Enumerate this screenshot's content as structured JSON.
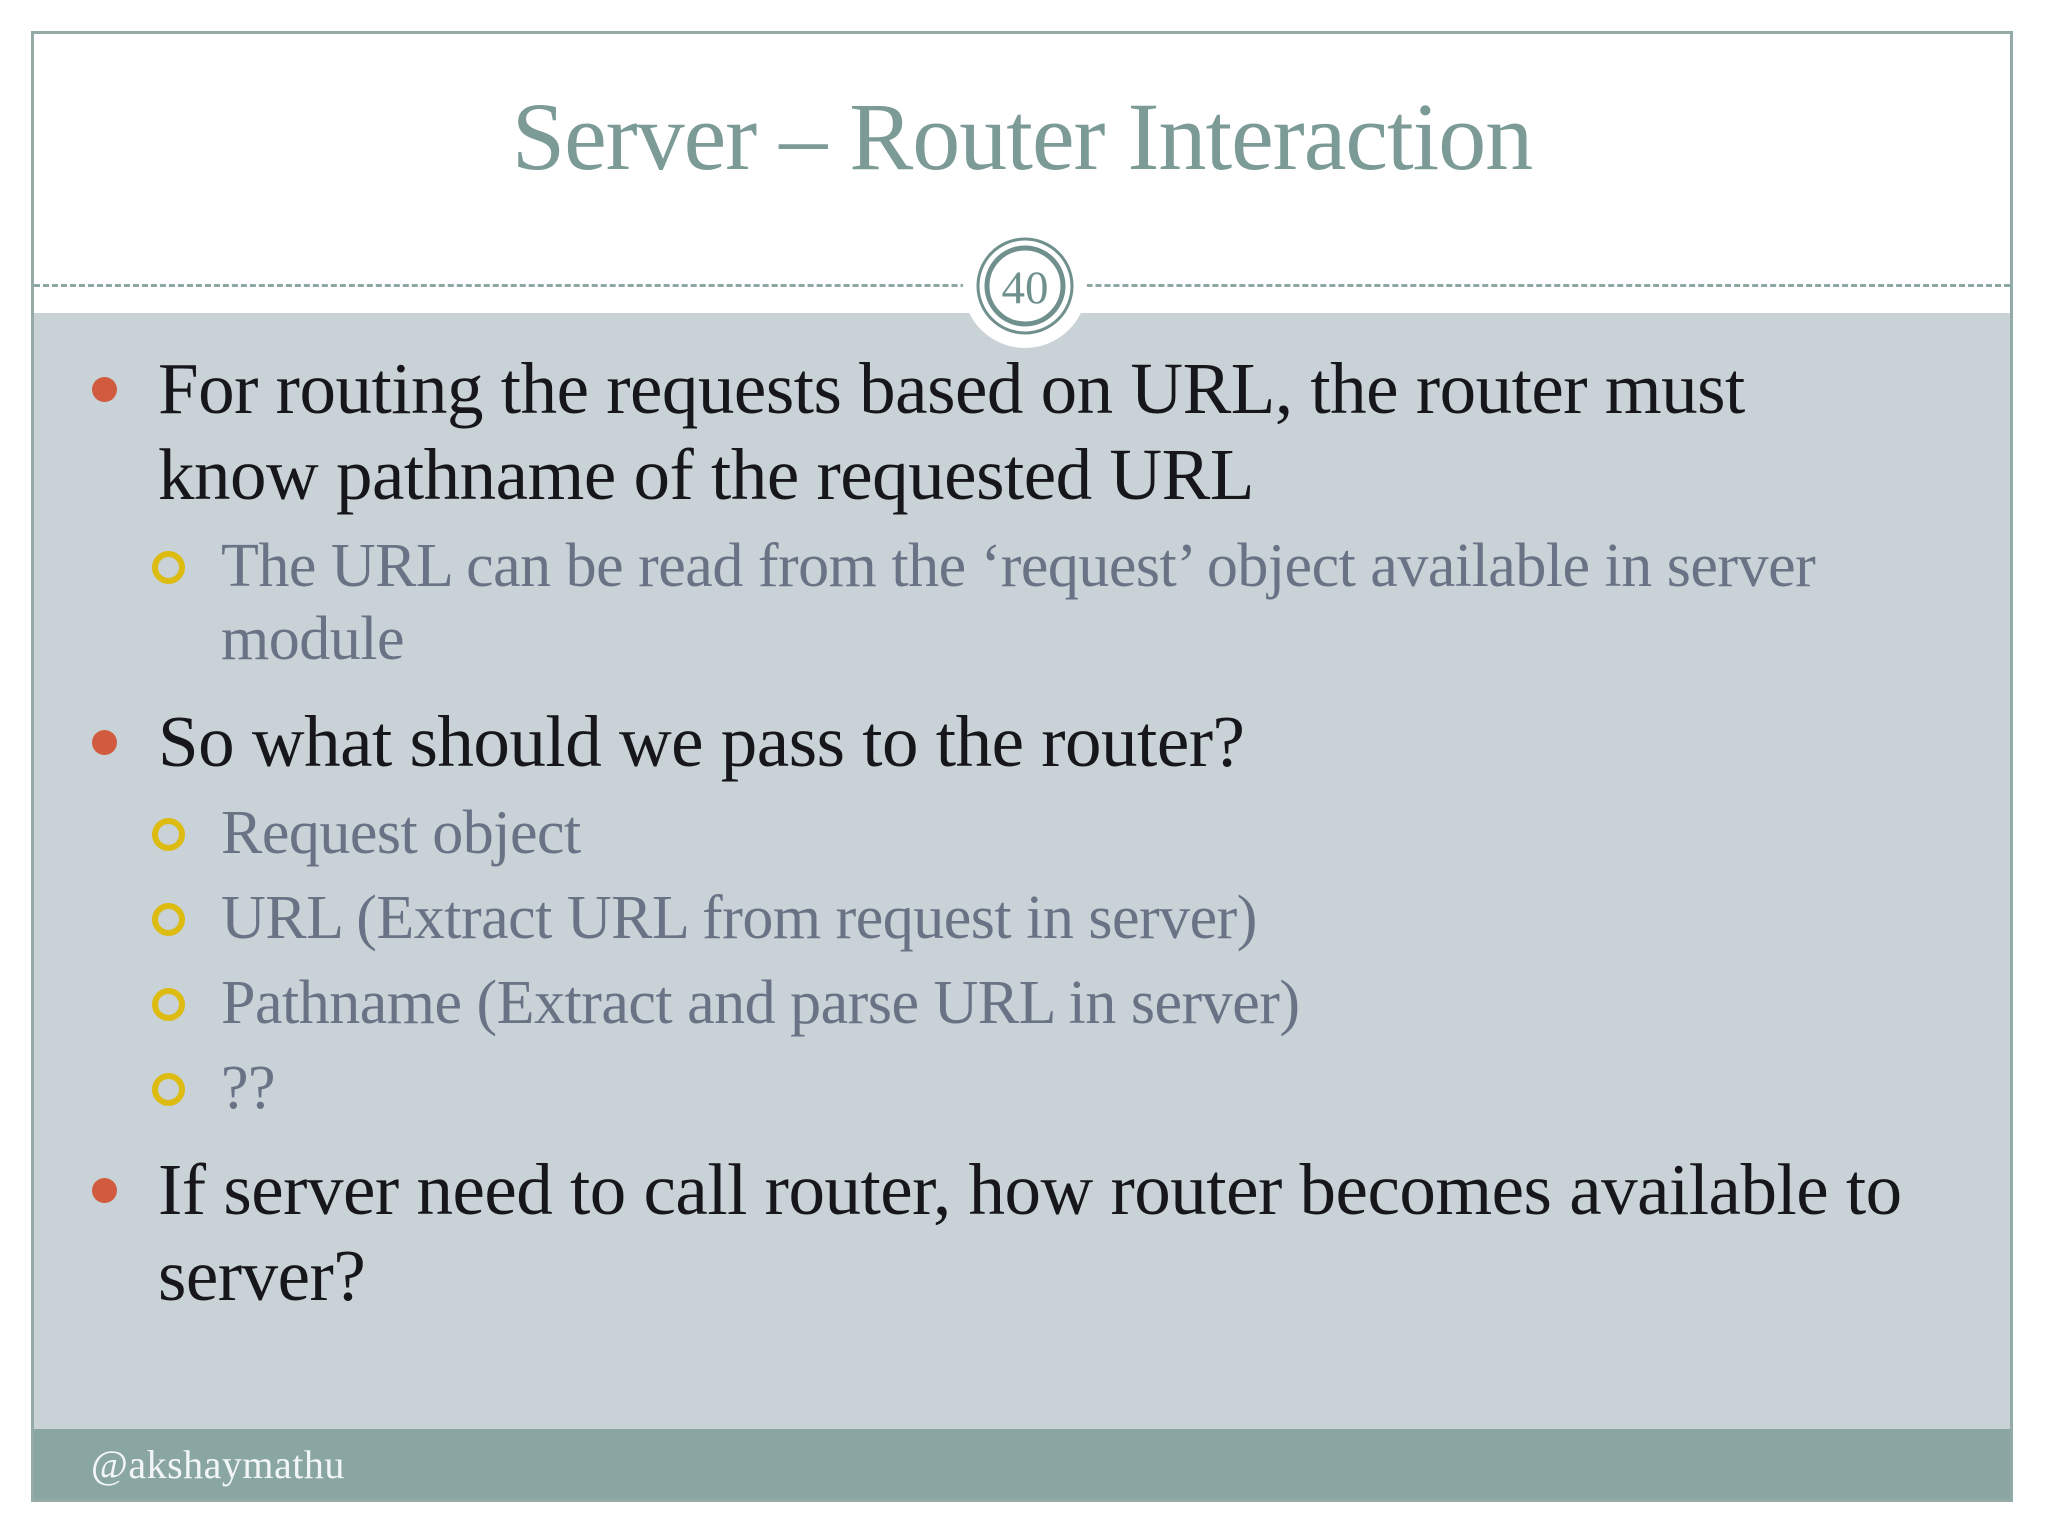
{
  "slide": {
    "title": "Server – Router Interaction",
    "page_number": "40",
    "footer": "@akshaymathu",
    "bullets": [
      {
        "level": 1,
        "text": "For routing the requests based on URL, the router must know pathname of the requested URL"
      },
      {
        "level": 2,
        "text": "The URL can be read from the ‘request’ object available in server module"
      },
      {
        "level": 1,
        "text": "So what should we pass to the router?"
      },
      {
        "level": 2,
        "text": "Request object"
      },
      {
        "level": 2,
        "text": "URL (Extract URL from request in server)"
      },
      {
        "level": 2,
        "text": "Pathname (Extract and parse URL in server)"
      },
      {
        "level": 2,
        "text": "??"
      },
      {
        "level": 1,
        "text": "If server need to call router, how router becomes available to server?"
      }
    ],
    "colors": {
      "slide_border": "#93aaa7",
      "title_text": "#7c9b97",
      "body_background": "#c8d2d7",
      "footer_background": "#8aa6a2",
      "footer_text": "#f3f6f6",
      "level1_text": "#17171b",
      "level2_text": "#6a7386",
      "level1_bullet": "#d15b3e",
      "level2_bullet": "#ddbb10",
      "badge_ring": "#6f908c",
      "divider": "#8ea7a4"
    }
  }
}
